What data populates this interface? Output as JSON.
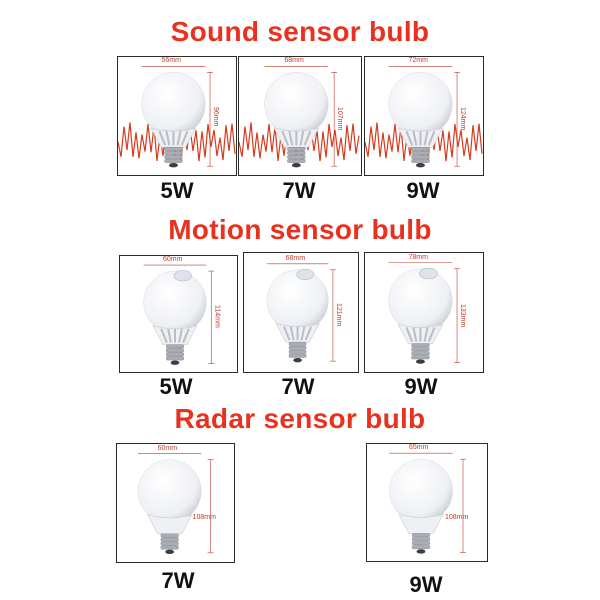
{
  "sections": [
    {
      "title": "Sound sensor bulb",
      "bulbs": [
        {
          "width": "56mm",
          "height": "96mm",
          "watt": "5W"
        },
        {
          "width": "68mm",
          "height": "107mm",
          "watt": "7W"
        },
        {
          "width": "72mm",
          "height": "124mm",
          "watt": "9W"
        }
      ]
    },
    {
      "title": "Motion sensor bulb",
      "bulbs": [
        {
          "width": "60mm",
          "height": "114mm",
          "watt": "5W"
        },
        {
          "width": "68mm",
          "height": "121mm",
          "watt": "7W"
        },
        {
          "width": "78mm",
          "height": "133mm",
          "watt": "9W"
        }
      ]
    },
    {
      "title": "Radar sensor bulb",
      "bulbs": [
        {
          "width": "60mm",
          "height": "108mm",
          "watt": "7W"
        },
        {
          "width": "65mm",
          "height": "108mm",
          "watt": "9W"
        }
      ]
    }
  ],
  "colors": {
    "heading": "#e8321f",
    "waveform": "#d63a1f",
    "dimension_line": "#c0392b"
  }
}
